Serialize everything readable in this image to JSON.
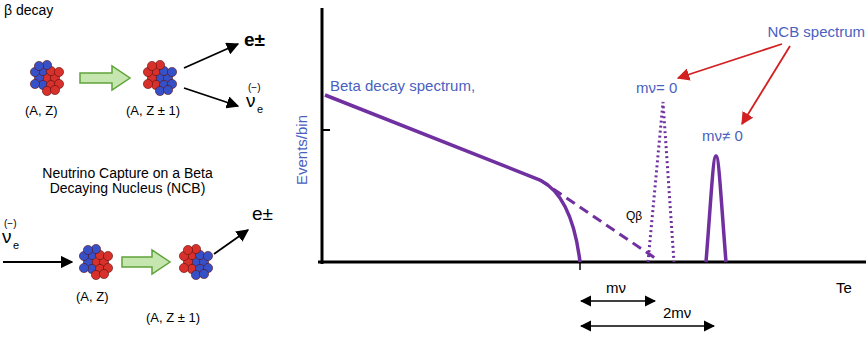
{
  "diagram": {
    "labels": [
      "β decay",
      "e±",
      "(−)",
      "ν",
      "e",
      "(A, Z)",
      "(A, Z ± 1)",
      "Neutrino Capture on a Beta Decaying Nucleus (NCB)",
      "(−)",
      "ν",
      "e",
      "(A, Z)",
      "(A, Z ± 1)",
      "e±",
      "Events/bin",
      "Beta decay spectrum,",
      "NCB spectrum",
      "mν= 0",
      "mν≠ 0",
      "Qβ",
      "mν",
      "2mν",
      "Te"
    ]
  }
}
